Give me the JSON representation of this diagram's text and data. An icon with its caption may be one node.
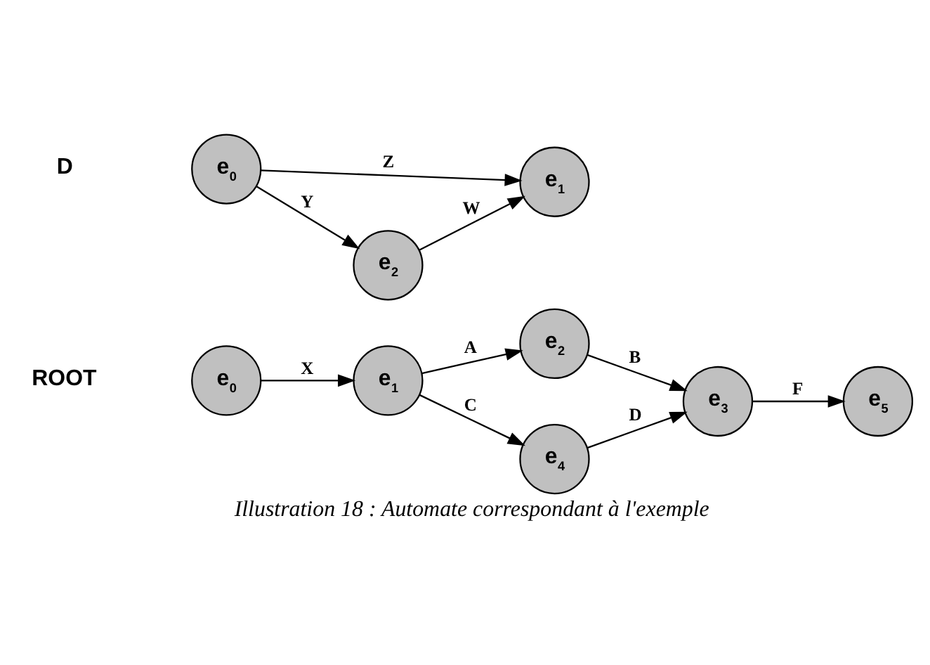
{
  "diagram": {
    "caption": "Illustration 18 : Automate correspondant à l'exemple",
    "nodes": [
      {
        "text": [
          "e$_{0}$"
        ]
      },
      {
        "text": [
          "e$_{1}$"
        ]
      },
      {
        "text": [
          "e$_{2}$"
        ]
      },
      {
        "text": [
          "e$_{3}$"
        ]
      },
      {
        "text": [
          "e$_{4}$"
        ]
      },
      {
        "text": [
          "e$_{5}$"
        ]
      },
      {
        "text": [
          "e$_{0}$"
        ]
      },
      {
        "text": [
          "e$_{1}$"
        ]
      },
      {
        "text": [
          "e$_{2}$"
        ]
      }
    ],
    "edges": [
      {
        "from": 0,
        "to": 1,
        "arrow": "to",
        "label": "X"
      },
      {
        "from": 1,
        "to": 2,
        "arrow": "to",
        "label": "A"
      },
      {
        "from": 2,
        "to": 3,
        "arrow": "to",
        "label": "B"
      },
      {
        "from": 1,
        "to": 4,
        "arrow": "to",
        "label": "C"
      },
      {
        "from": 4,
        "to": 3,
        "arrow": "to",
        "label": "D"
      },
      {
        "from": 3,
        "to": 5,
        "arrow": "to",
        "label": "F"
      },
      {
        "from": 6,
        "to": 7,
        "arrow": "to",
        "label": "Z"
      },
      {
        "from": 6,
        "to": 8,
        "arrow": "to",
        "label": "Y"
      },
      {
        "from": 8,
        "to": 7,
        "arrow": "to",
        "label": "W"
      }
    ],
    "labels": [
      "ROOT",
      "D"
    ]
  }
}
